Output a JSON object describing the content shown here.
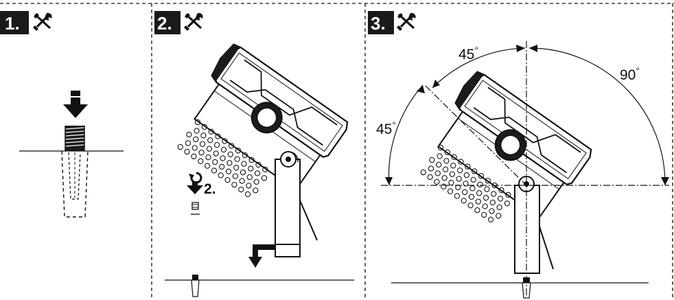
{
  "panels": [
    {
      "step": "1."
    },
    {
      "step": "2."
    },
    {
      "step": "3."
    }
  ],
  "step2": {
    "callout": "2."
  },
  "step3": {
    "angle_left_top": "45",
    "angle_left_side": "45",
    "angle_right": "90",
    "degree_symbol": "°"
  },
  "icons": {
    "tool": "wrench-screwdriver-icon",
    "down_arrow": "down-arrow-icon",
    "turn_arrow": "turn-arrow-icon",
    "rotate": "rotate-icon"
  },
  "colors": {
    "ink": "#111111",
    "badge_bg": "#1a1a1a",
    "badge_fg": "#ffffff"
  }
}
